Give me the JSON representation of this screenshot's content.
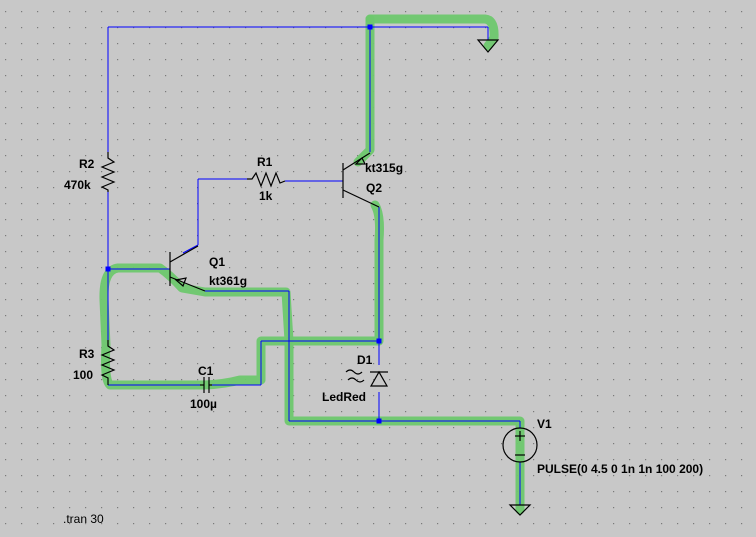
{
  "colors": {
    "background": "#c8c8c8",
    "grid_dot": "#7a7a7a",
    "wire": "#0000ff",
    "highlight": "#6ec86e",
    "component": "#000000",
    "label": "#000000"
  },
  "components": {
    "R1": {
      "ref": "R1",
      "value": "1k"
    },
    "R2": {
      "ref": "R2",
      "value": "470k"
    },
    "R3": {
      "ref": "R3",
      "value": "100"
    },
    "C1": {
      "ref": "C1",
      "value": "100µ"
    },
    "Q1": {
      "ref": "Q1",
      "value": "kt361g"
    },
    "Q2": {
      "ref": "Q2",
      "value": "kt315g"
    },
    "D1": {
      "ref": "D1",
      "value": "LedRed"
    },
    "V1": {
      "ref": "V1",
      "value": "PULSE(0 4.5 0 1n 1n 100 200)"
    }
  },
  "directive": ".tran 30",
  "icons": [
    "ground-icon",
    "resistor-icon",
    "capacitor-icon",
    "transistor-icon",
    "led-icon",
    "voltage-source-icon"
  ]
}
